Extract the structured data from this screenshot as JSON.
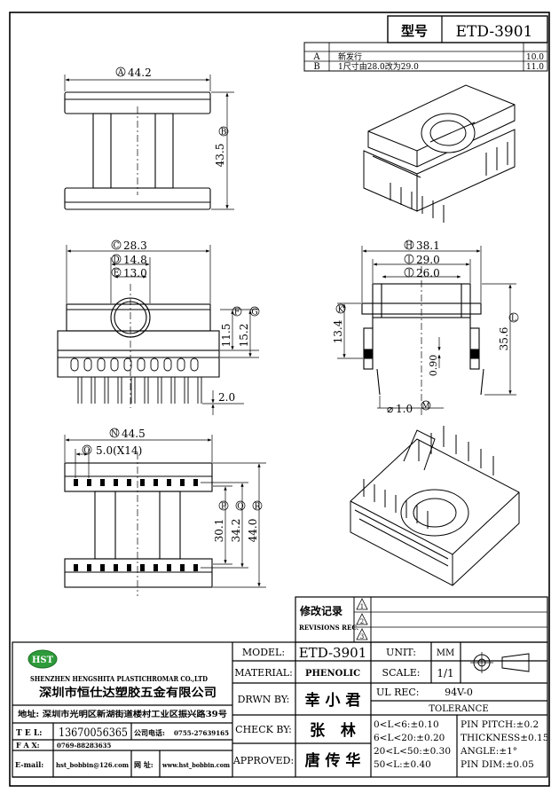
{
  "header": {
    "model_label": "型号",
    "model_value": "ETD-3901"
  },
  "revisions_top": [
    {
      "rev": "A",
      "desc": "新发行",
      "val": "10.0"
    },
    {
      "rev": "B",
      "desc": "1尺寸由28.0改为29.0",
      "val": "11.0"
    }
  ],
  "dims": {
    "A": "44.2",
    "B": "43.5",
    "C": "28.3",
    "D": "14.8",
    "E": "13.0",
    "F": "11.5",
    "G": "15.2",
    "pin_len": "2.0",
    "H": "38.1",
    "I": "29.0",
    "J": "26.0",
    "K": "13.4",
    "L": "35.6",
    "thick": "0.90",
    "pin_dia": "1.0",
    "N": "44.5",
    "O": "5.0(X14)",
    "P": "30.1",
    "Q": "34.2",
    "R": "44.0"
  },
  "letters": {
    "A": "A",
    "B": "B",
    "C": "C",
    "D": "D",
    "E": "E",
    "F": "F",
    "G": "G",
    "H": "H",
    "I": "I",
    "J": "J",
    "K": "K",
    "L": "L",
    "M": "M",
    "N": "N",
    "O": "O",
    "P": "P",
    "Q": "Q",
    "R": "R"
  },
  "revision_box": {
    "title": "修改记录",
    "subtitle": "REVISIONS REC.",
    "marks": [
      "1",
      "2",
      "3"
    ]
  },
  "company": {
    "logo": "HST",
    "name_en": "SHENZHEN HENGSHITA PLASTICHROMAR CO.,LTD",
    "name_cn": "深圳市恒仕达塑胶五金有限公司",
    "address": "地址: 深圳市光明区新湖街道楼村工业区振兴路39号",
    "tel_label": "T E L:",
    "tel": "13670056365",
    "phone_label": "公司电话:",
    "phone": "0755-27639165",
    "fax_label": "F A X:",
    "fax": "0769-88283635",
    "email_label": "E-mail:",
    "email": "hst_bobbin@126.com",
    "web_label": "网 址:",
    "web": "www.hst_bobbin.com"
  },
  "titleblock": {
    "model_label": "MODEL:",
    "model": "ETD-3901",
    "material_label": "MATERIAL:",
    "material": "PHENOLIC",
    "drawn_label": "DRWN BY:",
    "drawn": "幸 小 君",
    "check_label": "CHECK BY:",
    "check": "张   林",
    "approved_label": "APPROVED:",
    "approved": "唐 传 华",
    "unit_label": "UNIT:",
    "unit": "MM",
    "scale_label": "SCALE:",
    "scale": "1/1",
    "ul_label": "UL REC:",
    "ul": "94V-0",
    "tolerance_label": "TOLERANCE",
    "tolerances": [
      "0<L<6:±0.10",
      "6<L<20:±0.20",
      "20<L<50:±0.30",
      "50<L:±0.40"
    ],
    "specs": [
      "PIN PITCH:±0.2",
      "THICKNESS±0.15",
      "ANGLE:±1°",
      "PIN DIM:±0.05"
    ]
  }
}
